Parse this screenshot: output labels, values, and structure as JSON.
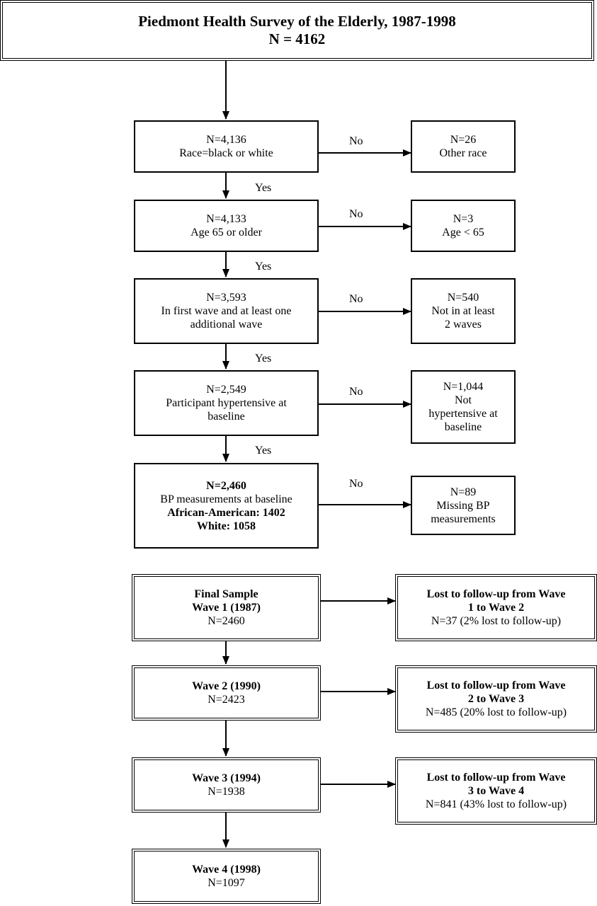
{
  "title": {
    "line1": "Piedmont Health Survey of the Elderly, 1987-1998",
    "line2": "N = 4162"
  },
  "steps": [
    {
      "n": "N=4,136",
      "text": [
        "Race=black or white"
      ],
      "no_label": "No",
      "excl": {
        "n": "N=26",
        "text": [
          "Other race"
        ]
      },
      "yes_label": "Yes"
    },
    {
      "n": "N=4,133",
      "text": [
        "Age 65 or older"
      ],
      "no_label": "No",
      "excl": {
        "n": "N=3",
        "text": [
          "Age < 65"
        ]
      },
      "yes_label": "Yes"
    },
    {
      "n": "N=3,593",
      "text": [
        "In first wave and at least one",
        "additional wave"
      ],
      "no_label": "No",
      "excl": {
        "n": "N=540",
        "text": [
          "Not in at least",
          "2 waves"
        ]
      },
      "yes_label": "Yes"
    },
    {
      "n": "N=2,549",
      "text": [
        "Participant hypertensive at",
        "baseline"
      ],
      "no_label": "No",
      "excl": {
        "n": "N=1,044",
        "text": [
          "Not",
          "hypertensive at",
          "baseline"
        ]
      },
      "yes_label": "Yes"
    },
    {
      "n": "N=2,460",
      "text": [
        "BP measurements at baseline"
      ],
      "extra": [
        "African-American: 1402",
        "White: 1058"
      ],
      "no_label": "No",
      "excl": {
        "n": "N=89",
        "text": [
          "Missing BP",
          "measurements"
        ]
      }
    }
  ],
  "waves": [
    {
      "lines": [
        "Final Sample",
        "Wave 1 (1987)"
      ],
      "n": "N=2460",
      "lost": {
        "lines": [
          "Lost to follow-up from Wave",
          "1 to Wave 2"
        ],
        "n": "N=37 (2% lost to follow-up)"
      }
    },
    {
      "lines": [
        "Wave 2 (1990)"
      ],
      "n": "N=2423",
      "lost": {
        "lines": [
          "Lost to follow-up from Wave",
          "2 to Wave 3"
        ],
        "n": "N=485 (20% lost to follow-up)"
      }
    },
    {
      "lines": [
        "Wave 3 (1994)"
      ],
      "n": "N=1938",
      "lost": {
        "lines": [
          "Lost to follow-up from Wave",
          "3 to Wave 4"
        ],
        "n": "N=841 (43% lost to follow-up)"
      }
    },
    {
      "lines": [
        "Wave 4 (1998)"
      ],
      "n": "N=1097"
    }
  ]
}
